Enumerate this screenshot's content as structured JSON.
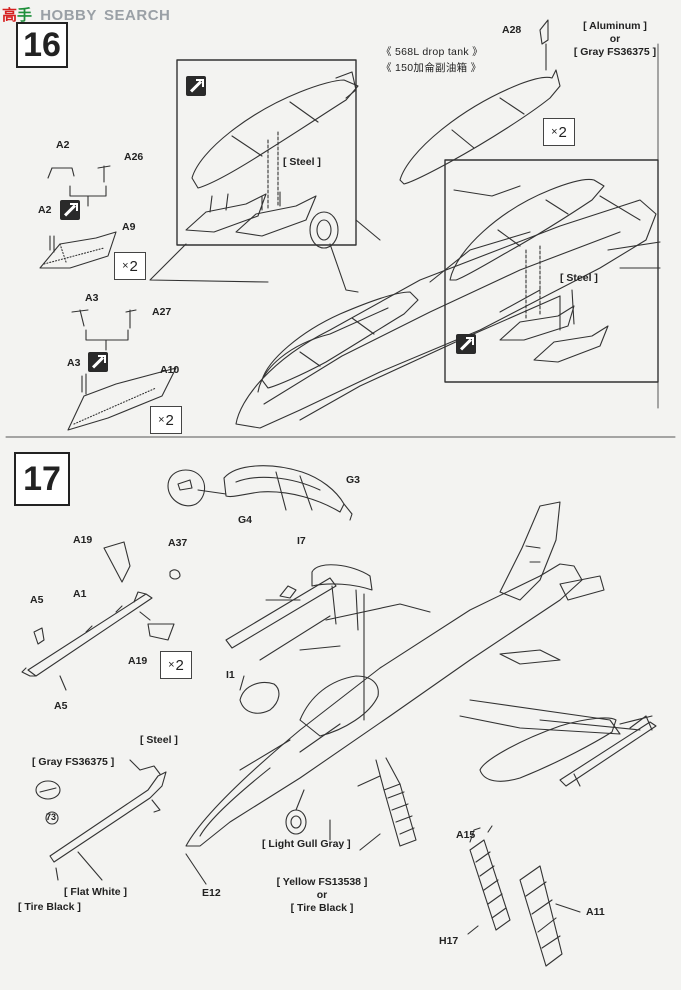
{
  "watermark": {
    "brand_cn_1": "高",
    "brand_cn_2": "手",
    "brand_en": "HOBBY",
    "brand_search": "SEARCH",
    "colors": {
      "red": "#d62020",
      "green": "#1e8f3a",
      "gray": "#9aa0a6"
    }
  },
  "step16": {
    "number": "16",
    "tank_en": "《  568L drop tank  》",
    "tank_cn": "《 150加侖副油箱 》",
    "parts": {
      "a2_top": "A2",
      "a26": "A26",
      "a2_mid": "A2",
      "a9": "A9",
      "a3_top": "A3",
      "a27": "A27",
      "a3_mid": "A3",
      "a10": "A10",
      "a28": "A28"
    },
    "multiplier_1": "2",
    "multiplier_2": "2",
    "multiplier_3": "2",
    "times_sign": "×",
    "steel_1": "[ Steel ]",
    "steel_2": "[ Steel ]",
    "aluminum": "[ Aluminum ]",
    "or_1": "or",
    "gray_fs": "[ Gray  FS36375 ]"
  },
  "step17": {
    "number": "17",
    "parts": {
      "g3": "G3",
      "g4": "G4",
      "i7": "I7",
      "a19_top": "A19",
      "a37": "A37",
      "a5_top": "A5",
      "a1": "A1",
      "a19_bot": "A19",
      "a5_bot": "A5",
      "i1": "I1",
      "e12": "E12",
      "a15": "A15",
      "a11": "A11",
      "h17": "H17",
      "ref_73": "73"
    },
    "multiplier": "2",
    "times_sign": "×",
    "steel": "[ Steel ]",
    "gray_fs": "[ Gray  FS36375 ]",
    "flat_white": "[ Flat White ]",
    "tire_black": "[ Tire Black ]",
    "light_gull_gray": "[ Light Gull Gray ]",
    "yellow_fs": "[ Yellow FS13538 ]",
    "or_2": "or",
    "tire_black_2": "[ Tire Black ]"
  }
}
